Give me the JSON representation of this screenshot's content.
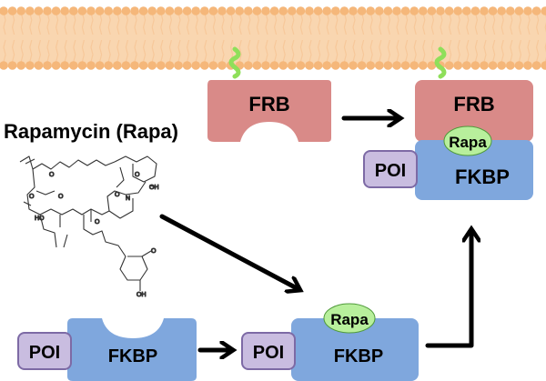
{
  "title": "Rapamycin (Rapa)",
  "labels": {
    "frb": "FRB",
    "fkbp": "FKBP",
    "poi": "POI",
    "rapa": "Rapa"
  },
  "colors": {
    "membrane_head": "#f5b77a",
    "membrane_tail": "#f7c89a",
    "frb": "#d98a88",
    "fkbp": "#7fa7dd",
    "poi": "#c9bde0",
    "poi_border": "#7d6aa5",
    "rapa": "#b8ef9c",
    "anchor": "#8fdf5a"
  },
  "icons": [
    "membrane-anchor-icon",
    "rapamycin-structure"
  ]
}
